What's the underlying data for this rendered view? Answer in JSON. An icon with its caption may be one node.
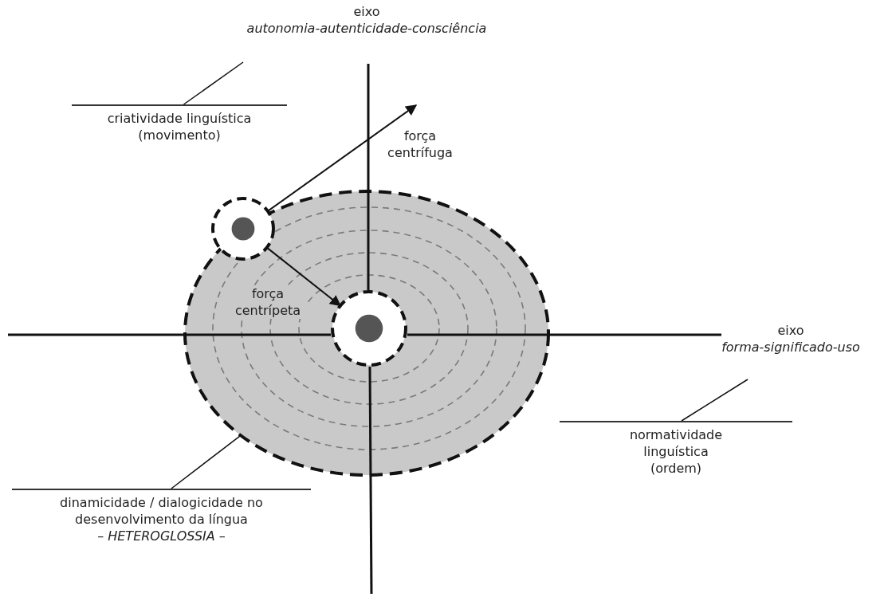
{
  "diagram": {
    "nodes": [
      {
        "text": [
          "eixo",
          "autonomia-autenticidade-consciência"
        ]
      },
      {
        "text": [
          "criatividade linguística (movimento)"
        ]
      },
      {
        "text": [],
        "shape": "circle"
      },
      {
        "text": [],
        "shape": "ellipse"
      },
      {
        "text": [],
        "shape": "circle",
        "in": 3
      },
      {
        "text": [
          "eixo",
          "forma-significado-uso"
        ]
      },
      {
        "text": [
          "normatividade linguística (ordem)"
        ]
      },
      {
        "text": [
          "dinamicidade / dialogicidade no desenvolvimento da língua",
          "– *HETEROGLOSSIA* –"
        ]
      }
    ],
    "edges": [
      {
        "from": 1,
        "to": 0,
        "arrow": "none"
      },
      {
        "from": 2,
        "to": null,
        "arrow": "to",
        "label": "força centrífuga"
      },
      {
        "from": 2,
        "to": 4,
        "arrow": "to",
        "label": "força centrípeta"
      },
      {
        "from": 6,
        "to": 5,
        "arrow": "none"
      },
      {
        "from": 7,
        "to": 3,
        "arrow": "none"
      }
    ]
  }
}
